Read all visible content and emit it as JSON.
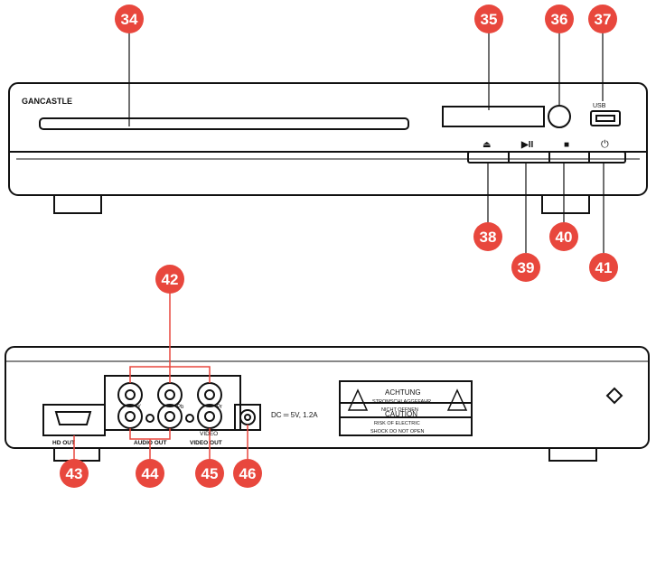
{
  "front_panel": {
    "brand": "GANCASTLE",
    "usb_label": "USB",
    "buttons": {
      "eject_symbol": "⏏",
      "play_pause_symbol": "▶II",
      "stop_symbol": "■",
      "power_symbol": "⏻"
    }
  },
  "back_panel": {
    "hd_out_label": "HD OUT",
    "audio_out_label": "AUDIO OUT",
    "video_out_label": "VIDEO OUT",
    "video_jack_label": "VIDEO",
    "y_label": "Y",
    "pb_label": "Pb",
    "pr_label": "Pr",
    "dc_label": "DC ═ 5V, 1.2A",
    "warning_top": {
      "title": "ACHTUNG",
      "line1": "STROMSCHLAGGEFAHR",
      "line2": "NICHT OFFNEN"
    },
    "warning_bottom": {
      "title": "CAUTION",
      "line1": "RISK OF ELECTRIC",
      "line2": "SHOCK DO NOT OPEN"
    }
  },
  "callouts": {
    "c34": "34",
    "c35": "35",
    "c36": "36",
    "c37": "37",
    "c38": "38",
    "c39": "39",
    "c40": "40",
    "c41": "41",
    "c42": "42",
    "c43": "43",
    "c44": "44",
    "c45": "45",
    "c46": "46"
  },
  "colors": {
    "callout": "#e8473d",
    "line": "#111111"
  }
}
